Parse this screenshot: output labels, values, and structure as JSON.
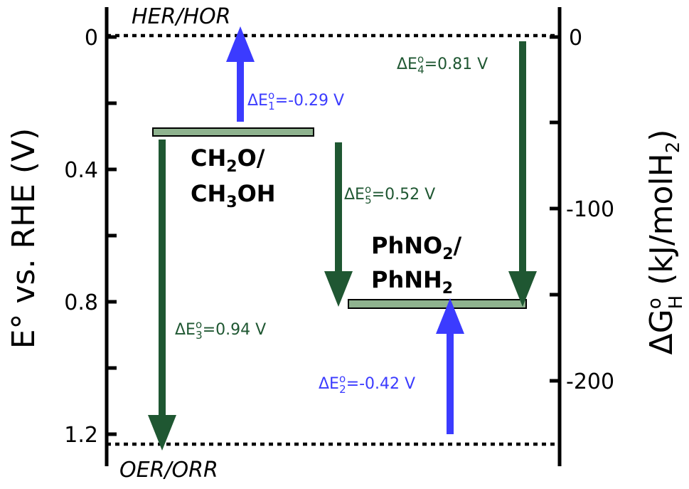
{
  "figure": {
    "left_axis": {
      "label": "E° vs. RHE (V)",
      "ticks": [
        "0",
        "0.4",
        "0.8",
        "1.2"
      ]
    },
    "right_axis": {
      "label_main": "ΔG",
      "label_sup": "o",
      "label_sub": "H",
      "label_unit_pre": " (kJ/molH",
      "label_unit_sub": "2",
      "label_unit_post": ")",
      "ticks": [
        "0",
        "-100",
        "-200"
      ]
    },
    "reference_lines": {
      "top": "HER/HOR",
      "bottom": "OER/ORR"
    },
    "couples": [
      {
        "line1_pre": "CH",
        "line1_sub": "2",
        "line1_post": "O/",
        "line2_pre": "CH",
        "line2_sub": "3",
        "line2_post": "OH",
        "potential_v": 0.29
      },
      {
        "line1_pre": "PhNO",
        "line1_sub": "2",
        "line1_post": "/",
        "line2_pre": "PhNH",
        "line2_sub": "2",
        "line2_post": "",
        "potential_v": 0.81
      }
    ],
    "transitions": [
      {
        "prefix": "ΔE",
        "sup": "o",
        "sub": "1",
        "value": "=-0.29 V",
        "color": "#3b3bff"
      },
      {
        "prefix": "ΔE",
        "sup": "o",
        "sub": "2",
        "value": "=-0.42 V",
        "color": "#3b3bff"
      },
      {
        "prefix": "ΔE",
        "sup": "o",
        "sub": "3",
        "value": "=0.94 V",
        "color": "#1f5732"
      },
      {
        "prefix": "ΔE",
        "sup": "o",
        "sub": "4",
        "value": "=0.81 V",
        "color": "#1f5732"
      },
      {
        "prefix": "ΔE",
        "sup": "o",
        "sub": "5",
        "value": "=0.52 V",
        "color": "#1f5732"
      }
    ],
    "colors": {
      "oxidation_arrow": "#3b3bff",
      "reduction_arrow": "#1f5732",
      "level_bar": "#8fb38f"
    }
  }
}
